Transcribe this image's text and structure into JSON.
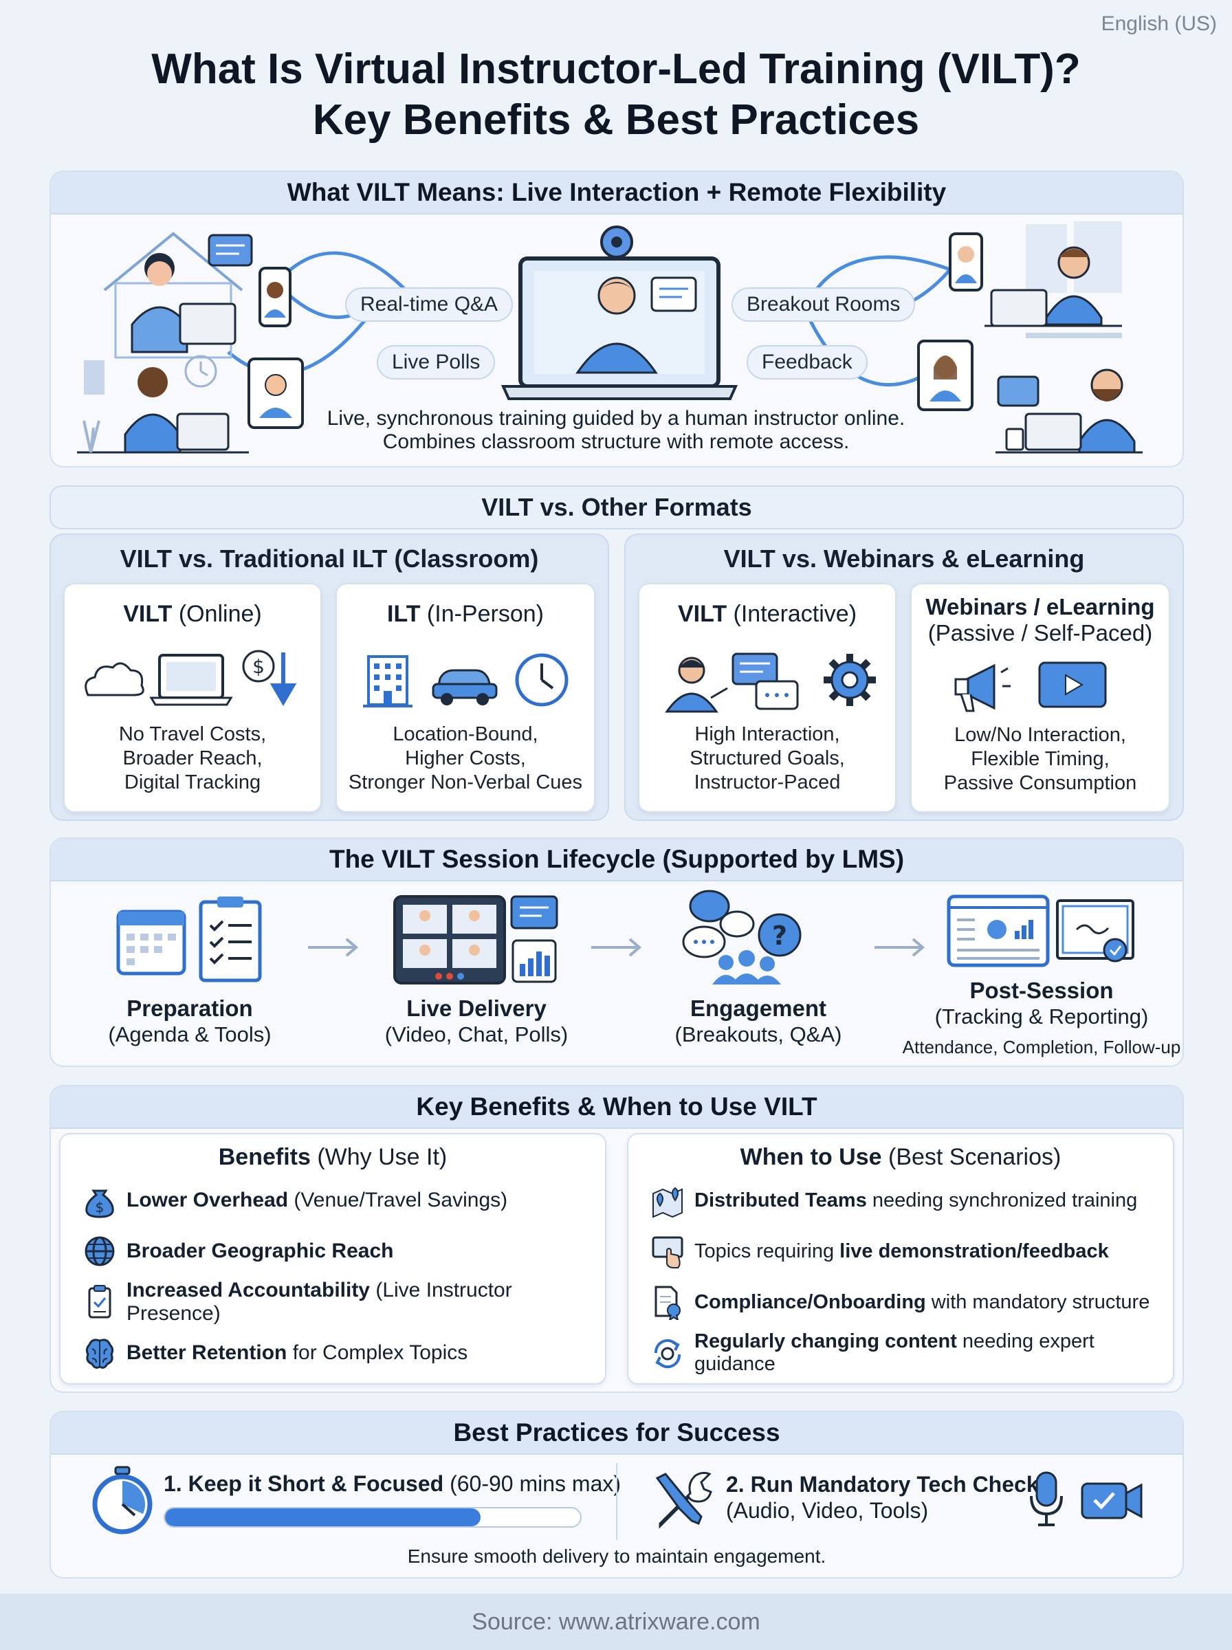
{
  "language": "English (US)",
  "title": {
    "line1": "What Is Virtual Instructor-Led Training (VILT)?",
    "line2": "Key Benefits & Best Practices"
  },
  "what_vilt": {
    "heading": "What VILT Means: Live Interaction + Remote Flexibility",
    "pills": [
      "Real-time Q&A",
      "Live Polls",
      "Breakout Rooms",
      "Feedback"
    ],
    "caption_line1": "Live, synchronous training guided by a human instructor online.",
    "caption_line2": "Combines classroom structure with remote access."
  },
  "formats": {
    "heading": "VILT vs. Other Formats",
    "left": {
      "heading": "VILT vs. Traditional ILT (Classroom)",
      "cards": [
        {
          "bold": "VILT",
          "rest": " (Online)",
          "desc": [
            "No Travel Costs,",
            "Broader Reach,",
            "Digital Tracking"
          ]
        },
        {
          "bold": "ILT",
          "rest": " (In-Person)",
          "desc": [
            "Location-Bound,",
            "Higher Costs,",
            "Stronger Non-Verbal Cues"
          ]
        }
      ]
    },
    "right": {
      "heading": "VILT vs. Webinars & eLearning",
      "cards": [
        {
          "bold": "VILT",
          "rest": " (Interactive)",
          "desc": [
            "High Interaction,",
            "Structured Goals,",
            "Instructor-Paced"
          ]
        },
        {
          "bold": "Webinars / eLearning",
          "rest": "(Passive / Self-Paced)",
          "desc": [
            "Low/No Interaction,",
            "Flexible Timing,",
            "Passive Consumption"
          ]
        }
      ]
    }
  },
  "lifecycle": {
    "heading": "The VILT Session Lifecycle (Supported by LMS)",
    "stages": [
      {
        "name": "Preparation",
        "detail": "(Agenda & Tools)",
        "extra": ""
      },
      {
        "name": "Live Delivery",
        "detail": "(Video, Chat, Polls)",
        "extra": ""
      },
      {
        "name": "Engagement",
        "detail": "(Breakouts, Q&A)",
        "extra": ""
      },
      {
        "name": "Post-Session",
        "detail": "(Tracking & Reporting)",
        "extra": "Attendance, Completion, Follow-up"
      }
    ]
  },
  "benefits": {
    "heading": "Key Benefits & When to Use VILT",
    "left_title_bold": "Benefits",
    "left_title_rest": " (Why Use It)",
    "left_items": [
      {
        "bold": "Lower Overhead",
        "rest": " (Venue/Travel Savings)",
        "icon": "money-bag-icon"
      },
      {
        "bold": "Broader Geographic Reach",
        "rest": "",
        "icon": "globe-icon"
      },
      {
        "bold": "Increased Accountability",
        "rest": " (Live Instructor Presence)",
        "icon": "clipboard-check-icon"
      },
      {
        "bold": "Better Retention",
        "rest": " for Complex Topics",
        "icon": "brain-icon"
      }
    ],
    "right_title_bold": "When to Use",
    "right_title_rest": " (Best Scenarios)",
    "right_items": [
      {
        "pre": "",
        "bold": "Distributed Teams",
        "rest": " needing synchronized training",
        "icon": "map-pins-icon"
      },
      {
        "pre": "Topics requiring ",
        "bold": "live demonstration/feedback",
        "rest": "",
        "icon": "touch-screen-icon"
      },
      {
        "pre": "",
        "bold": "Compliance/Onboarding",
        "rest": " with mandatory structure",
        "icon": "certificate-document-icon"
      },
      {
        "pre": "",
        "bold": "Regularly changing content",
        "rest": " needing expert guidance",
        "icon": "refresh-gear-icon"
      }
    ]
  },
  "best_practices": {
    "heading": "Best Practices for Success",
    "item1_bold": "1. Keep it Short & Focused",
    "item1_rest": " (60-90 mins max)",
    "item1_progress": 0.76,
    "item2_bold": "2. Run Mandatory Tech Checks",
    "item2_rest": "(Audio, Video, Tools)",
    "caption": "Ensure smooth delivery to maintain engagement."
  },
  "footer": "Source: www.atrixware.com",
  "colors": {
    "accent": "#3b7ddd",
    "dark": "#1f3550",
    "panel_head": "#dbe7f7"
  }
}
